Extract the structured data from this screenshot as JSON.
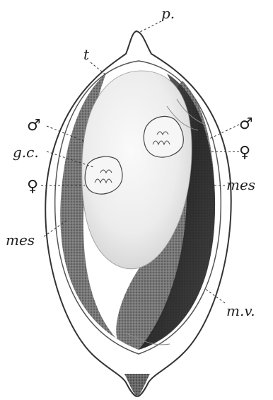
{
  "figure": {
    "labels": {
      "p": "p.",
      "t": "t",
      "male_left": "♂",
      "male_right": "♂",
      "gc": "g.c.",
      "female_left": "♀",
      "female_right": "♀",
      "mes_left": "mes",
      "mes_right": "mes",
      "mv": "m.v."
    },
    "colors": {
      "ink": "#222222",
      "shadow": "#2e2e2e",
      "egg": "#f2f2f2",
      "paper": "#ffffff"
    }
  }
}
